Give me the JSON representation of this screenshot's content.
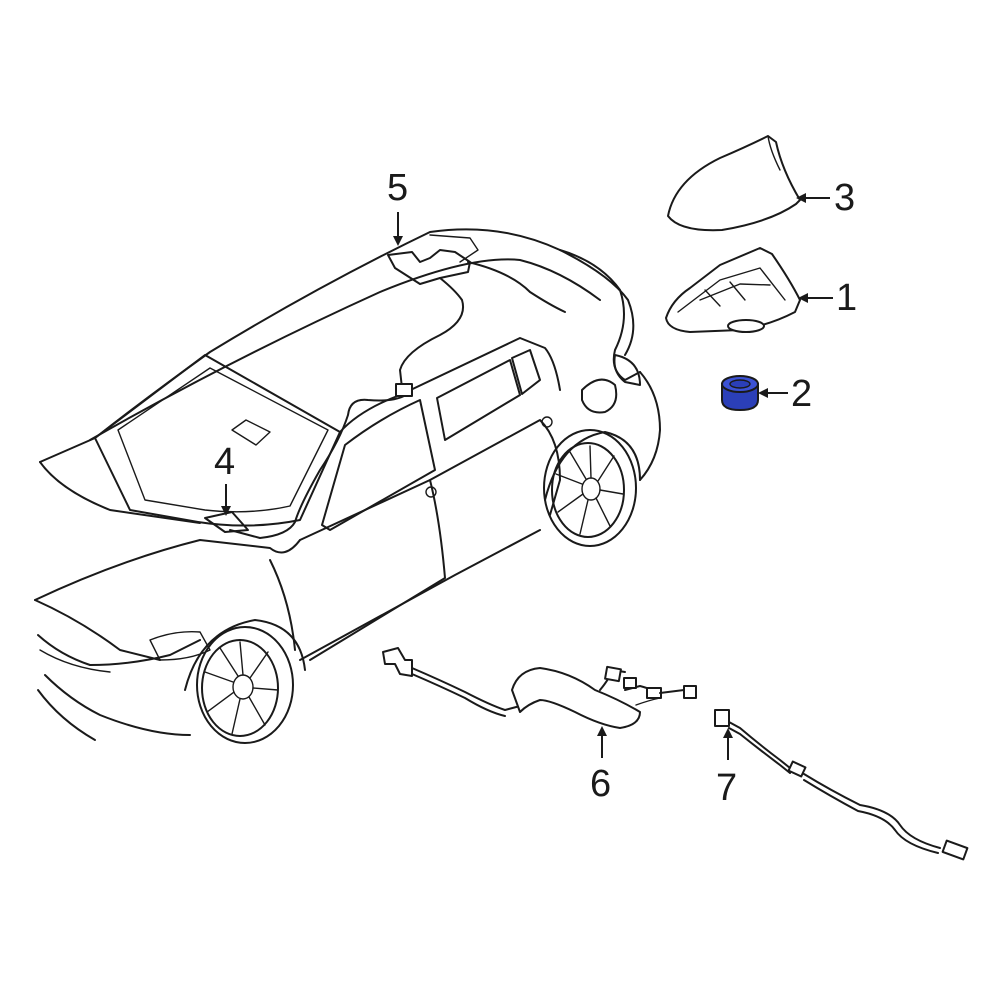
{
  "diagram": {
    "highlight_color": "#2b3fb8",
    "line_color": "#1a1a1a",
    "background": "#ffffff",
    "highlighted_part": "2",
    "callouts": [
      {
        "id": "1",
        "label": "1"
      },
      {
        "id": "2",
        "label": "2"
      },
      {
        "id": "3",
        "label": "3"
      },
      {
        "id": "4",
        "label": "4"
      },
      {
        "id": "5",
        "label": "5"
      },
      {
        "id": "6",
        "label": "6"
      },
      {
        "id": "7",
        "label": "7"
      }
    ]
  }
}
